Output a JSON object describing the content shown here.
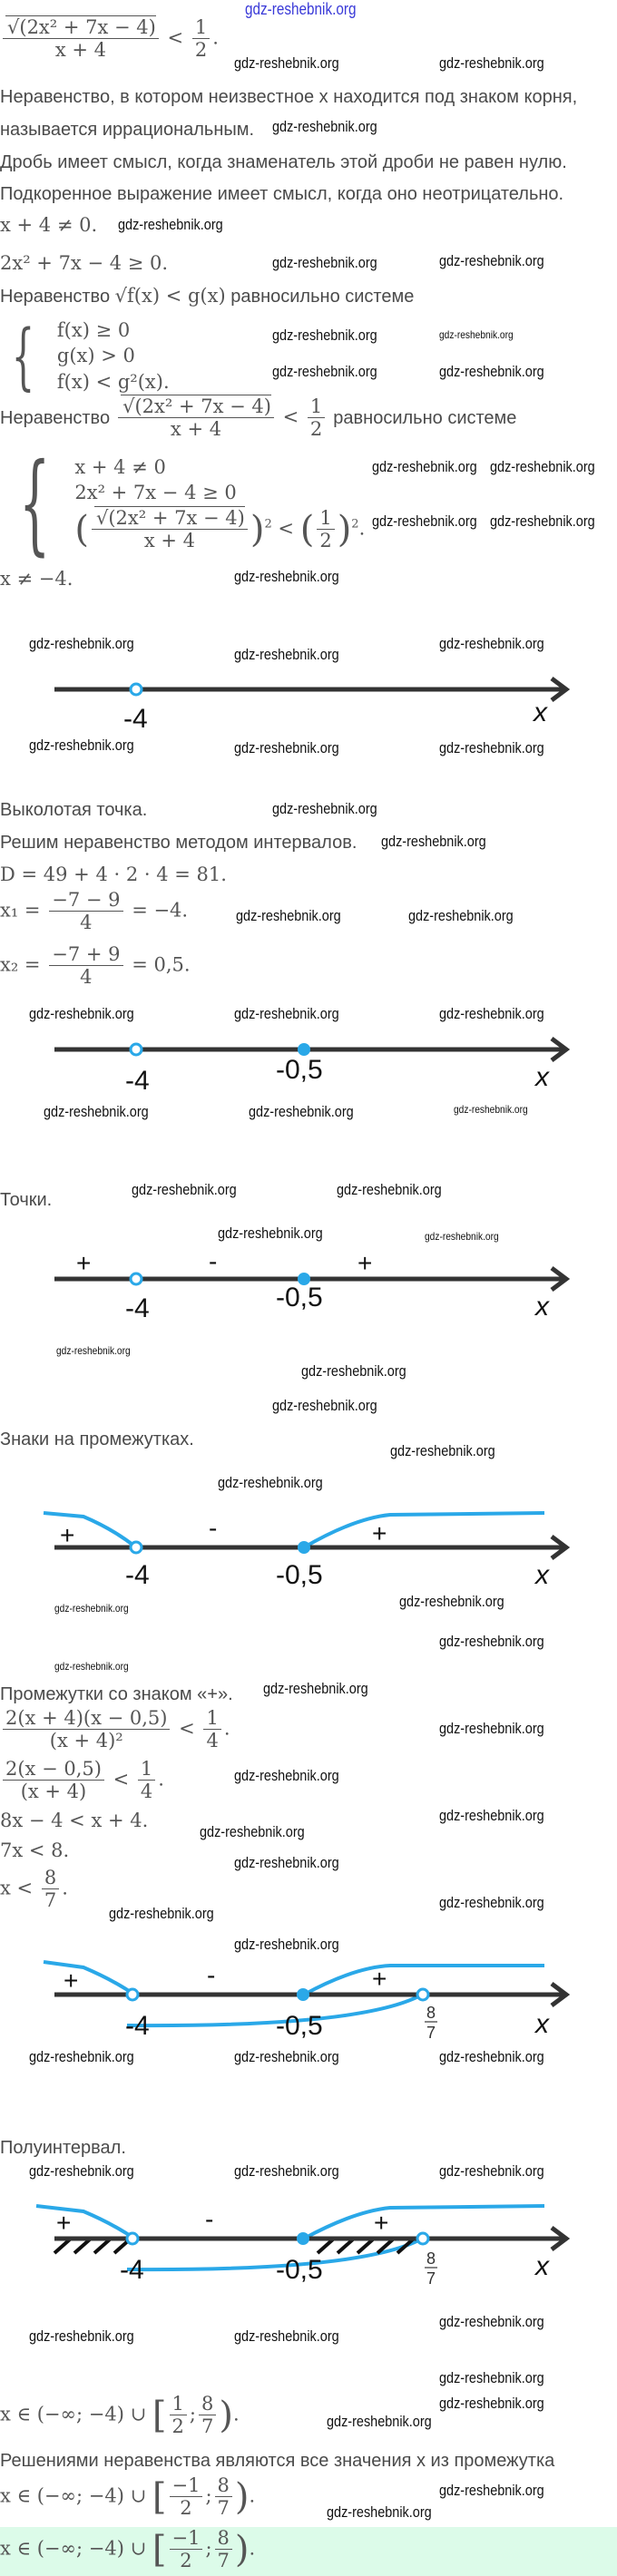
{
  "watermark": "gdz-reshebnik.org",
  "colors": {
    "accent": "#2aa8e8",
    "axis": "#333333",
    "answer_bg": "#dcfbe9",
    "watermark_top": "#3a3ad8"
  },
  "task": {
    "num": "√(2x² + 7x − 4)",
    "den": "x + 4",
    "rel": "<",
    "rhs_num": "1",
    "rhs_den": "2"
  },
  "text": {
    "p1": "Неравенство, в котором неизвестное x находится под знаком корня,",
    "p1b": "называется иррациональным.",
    "p2": "Дробь имеет смысл, когда знаменатель этой дроби не равен нулю.",
    "p3": "Подкоренное выражение имеет смысл, когда оно неотрицательно.",
    "eq1": "x + 4 ≠ 0.",
    "eq2": "2x² + 7x − 4 ≥ 0.",
    "p4a": "Неравенство",
    "p4expr": "√f(x)  <  g(x)",
    "p4b": "равносильно системе",
    "sys1": [
      "f(x)  ≥  0",
      "g(x)  >  0",
      "f(x)  <  g²(x)."
    ],
    "p5a": "Неравенство",
    "p5b": "равносильно системе",
    "sys2": [
      "x + 4 ≠ 0",
      "2x² + 7x − 4 ≥ 0"
    ],
    "sys2_pow": "2",
    "eq3": "x ≠ −4.",
    "p6": "Выколотая точка.",
    "p7": "Решим неравенство методом интервалов.",
    "D": "D = 49 + 4 · 2 · 4 = 81.",
    "x1_lhs": "x₁ =",
    "x1_num": "−7 − 9",
    "x1_den": "4",
    "x1_rhs": "= −4.",
    "x2_lhs": "x₂ =",
    "x2_num": "−7 + 9",
    "x2_den": "4",
    "x2_rhs": "= 0,5.",
    "p8": "Точки.",
    "p9": "Знаки на промежутках.",
    "p10": "Промежутки со знаком «+».",
    "f1_num": "2(x + 4)(x − 0,5)",
    "f1_den": "(x + 4)²",
    "f1_rhs_num": "1",
    "f1_rhs_den": "4",
    "f2_num": "2(x − 0,5)",
    "f2_den": "(x + 4)",
    "f2_rhs_num": "1",
    "f2_rhs_den": "4",
    "eq4": "8x − 4  <  x + 4.",
    "eq5": "7x < 8.",
    "eq6_lhs": "x <",
    "eq6_num": "8",
    "eq6_den": "7",
    "p11": "Полуинтервал.",
    "r1_a": "x ∈ (−∞; −4) ∪",
    "r1_n1": "1",
    "r1_d1": "2",
    "r1_n2": "8",
    "r1_d2": "7",
    "p12": "Решениями неравенства являются все значения x из промежутка",
    "r2_a": "x ∈ (−∞; −4) ∪",
    "r2_n1": "−1",
    "r2_d1": "2",
    "r2_n2": "8",
    "r2_d2": "7",
    "ans_a": "x ∈ (−∞; −4) ∪",
    "ans_n1": "−1",
    "ans_d1": "2",
    "ans_n2": "8",
    "ans_d2": "7"
  },
  "number_lines": {
    "minus4": "-4",
    "minus05": "-0,5",
    "x": "x",
    "plus": "+",
    "minus": "-",
    "eight": "8",
    "seven": "7"
  }
}
